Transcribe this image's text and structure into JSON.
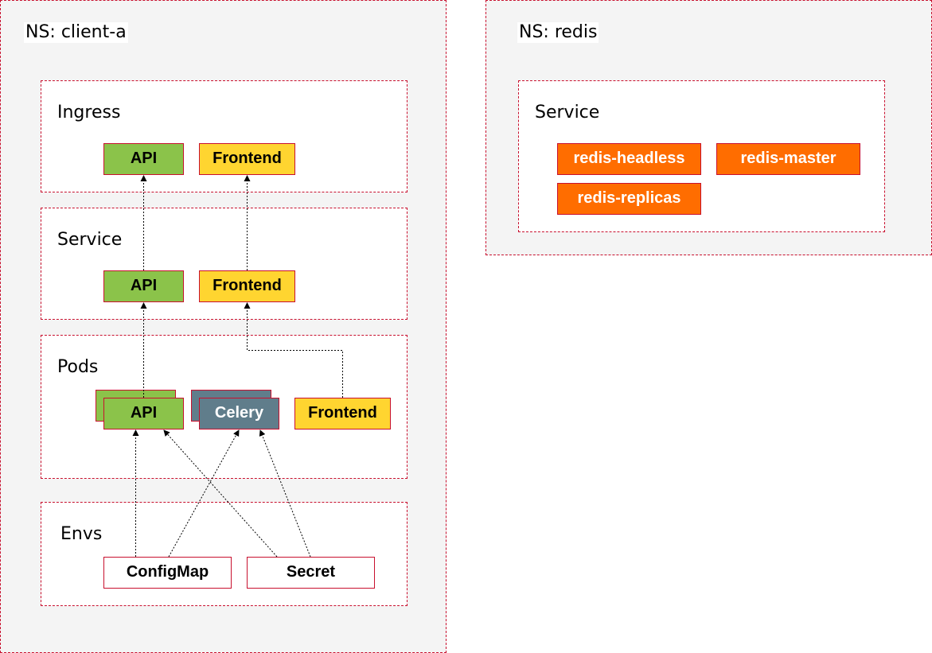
{
  "namespaces": {
    "client_a": {
      "label": "NS: client-a",
      "groups": {
        "ingress": {
          "label": "Ingress",
          "api": "API",
          "frontend": "Frontend"
        },
        "service": {
          "label": "Service",
          "api": "API",
          "frontend": "Frontend"
        },
        "pods": {
          "label": "Pods",
          "api": "API",
          "celery": "Celery",
          "frontend": "Frontend"
        },
        "envs": {
          "label": "Envs",
          "configmap": "ConfigMap",
          "secret": "Secret"
        }
      }
    },
    "redis": {
      "label": "NS: redis",
      "service": {
        "label": "Service",
        "items": [
          "redis-headless",
          "redis-master",
          "redis-replicas"
        ]
      }
    }
  },
  "colors": {
    "api": "#8bc34a",
    "frontend": "#ffd530",
    "celery": "#607d8b",
    "redis": "#ff6d00",
    "border": "#c8102e",
    "namespace_bg": "#f4f4f4"
  }
}
